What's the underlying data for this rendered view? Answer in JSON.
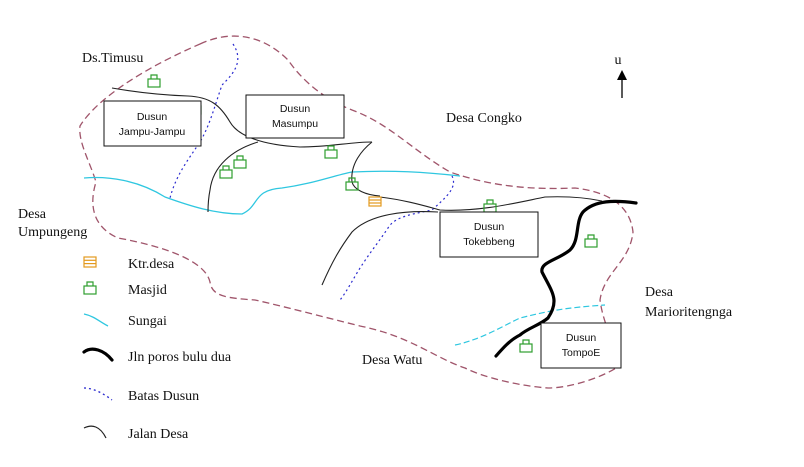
{
  "colors": {
    "village_boundary": "#a0556b",
    "river": "#2fc7e0",
    "main_road": "#000000",
    "dusun_boundary": "#2b2bcf",
    "village_road": "#222222",
    "mosque": "#2e9e2e",
    "office": "#e39a1e"
  },
  "north": {
    "label": "u"
  },
  "neighbors": {
    "timusu": "Ds.Timusu",
    "congko": "Desa Congko",
    "umpungeng_1": "Desa",
    "umpungeng_2": "Umpungeng",
    "marioritengnga_1": "Desa",
    "marioritengnga_2": "Marioritengnga",
    "watu": "Desa Watu"
  },
  "dusun": {
    "jampu": {
      "line1": "Dusun",
      "line2": "Jampu-Jampu"
    },
    "masumpu": {
      "line1": "Dusun",
      "line2": "Masumpu"
    },
    "tokebbeng": {
      "line1": "Dusun",
      "line2": "Tokebbeng"
    },
    "tompoe": {
      "line1": "Dusun",
      "line2": "TompoE"
    }
  },
  "legend": {
    "office": {
      "label": "Ktr.desa",
      "icon": "office-icon"
    },
    "mosque": {
      "label": "Masjid",
      "icon": "mosque-icon"
    },
    "river": {
      "label": "Sungai",
      "icon": "river-line-icon"
    },
    "main_road": {
      "label": "Jln poros bulu dua",
      "icon": "main-road-line-icon"
    },
    "dusun_boundary": {
      "label": "Batas Dusun",
      "icon": "dotted-line-icon"
    },
    "village_road": {
      "label": "Jalan Desa",
      "icon": "road-line-icon"
    }
  }
}
